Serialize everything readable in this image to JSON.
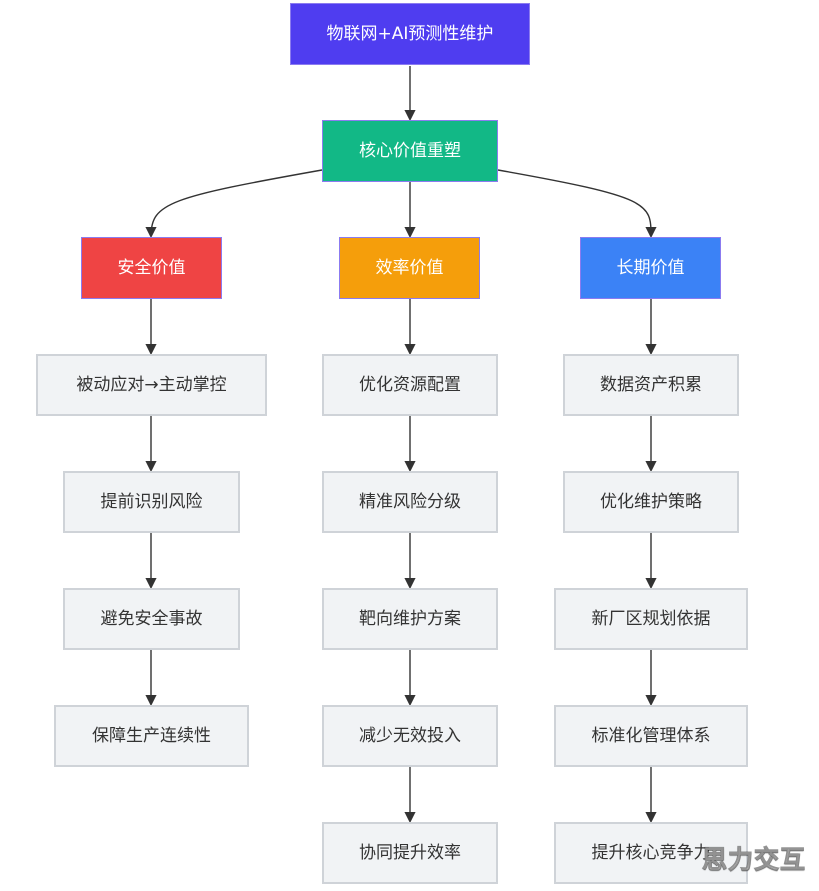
{
  "top": {
    "label": "物联网+AI预测性维护"
  },
  "core": {
    "label": "核心价值重塑"
  },
  "categories": {
    "safety": {
      "label": "安全价值",
      "items": [
        "被动应对→主动掌控",
        "提前识别风险",
        "避免安全事故",
        "保障生产连续性"
      ]
    },
    "efficiency": {
      "label": "效率价值",
      "items": [
        "优化资源配置",
        "精准风险分级",
        "靶向维护方案",
        "减少无效投入",
        "协同提升效率"
      ]
    },
    "longterm": {
      "label": "长期价值",
      "items": [
        "数据资产积累",
        "优化维护策略",
        "新厂区规划依据",
        "标准化管理体系",
        "提升核心竞争力"
      ]
    }
  },
  "watermark": "思力交互",
  "colors": {
    "top": "#4f3df0",
    "core": "#12b886",
    "safety": "#ef4444",
    "efficiency": "#f59e0b",
    "longterm": "#3b82f6",
    "node_gray": "#f1f3f5",
    "node_border": "#cfd3d8",
    "line": "#333333"
  }
}
